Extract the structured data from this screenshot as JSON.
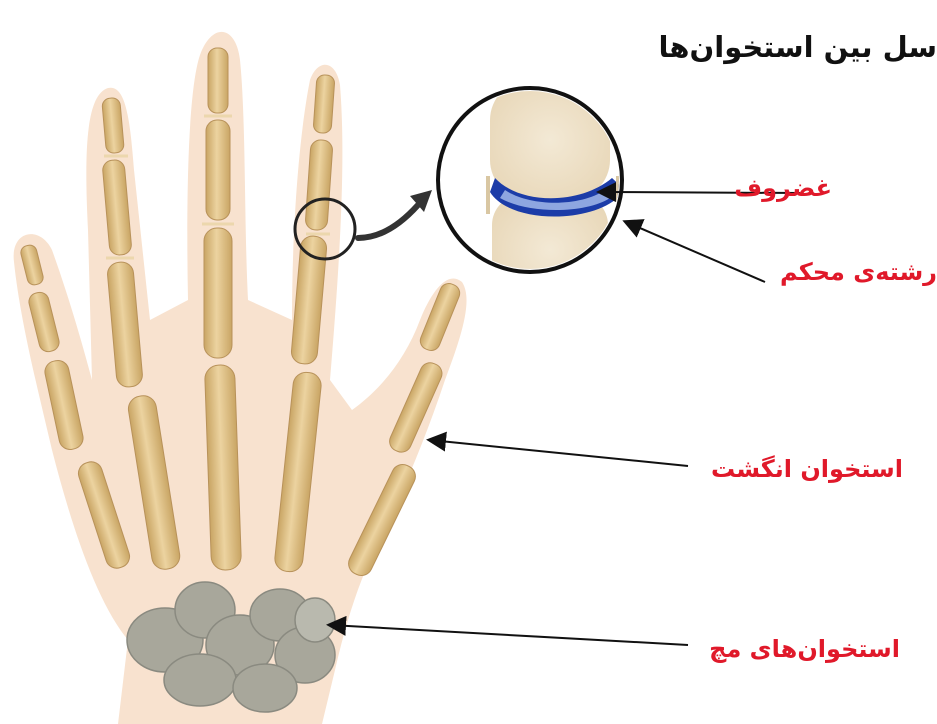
{
  "title": "سل بین استخوان‌ها",
  "labels": {
    "cartilage": "غضروف",
    "ligament": "رشته‌ی محکم",
    "finger_bone": "استخوان انگشت",
    "wrist_bones": "استخوان‌های مچ"
  },
  "colors": {
    "skin": "#f8e2cf",
    "bone": "#e3c68c",
    "bone_shadow": "#c9a564",
    "cartilage": "#1c3ca8",
    "wrist": "#a8a79b",
    "label": "#e0192a",
    "arrow": "#111111"
  }
}
